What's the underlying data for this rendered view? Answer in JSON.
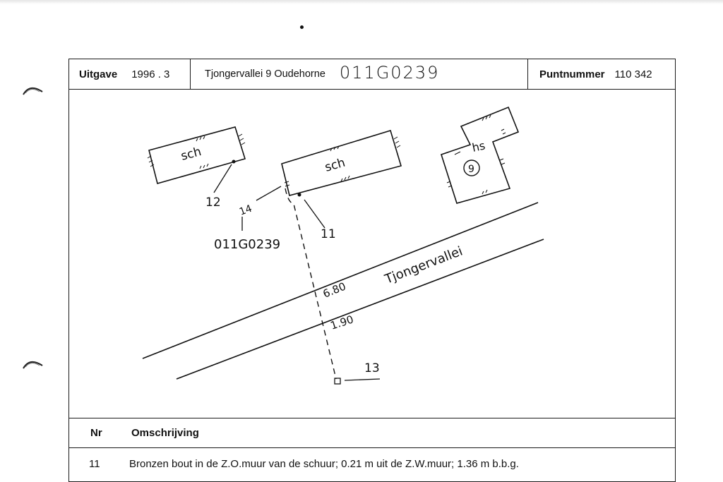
{
  "header": {
    "edition_label": "Uitgave",
    "edition_value": "1996 . 3",
    "address": "Tjongervallei 9 Oudehorne",
    "handwritten_code": "011G0239",
    "point_label": "Puntnummer",
    "point_value": "110 342"
  },
  "sketch": {
    "building_left_label": "sch",
    "building_center_label": "sch",
    "building_right_label": "hs",
    "house_number": "9",
    "point_12": "12",
    "point_14": "14",
    "point_11": "11",
    "point_13": "13",
    "handwritten_code": "011G0239",
    "street_name": "Tjongervallei",
    "distance_1": "6.80",
    "distance_2": "1.90"
  },
  "table": {
    "col_nr": "Nr",
    "col_description": "Omschrijving",
    "rows": [
      {
        "nr": "11",
        "description": "Bronzen bout in de Z.O.muur van de schuur; 0.21 m uit de Z.W.muur; 1.36 m b.b.g."
      }
    ]
  }
}
